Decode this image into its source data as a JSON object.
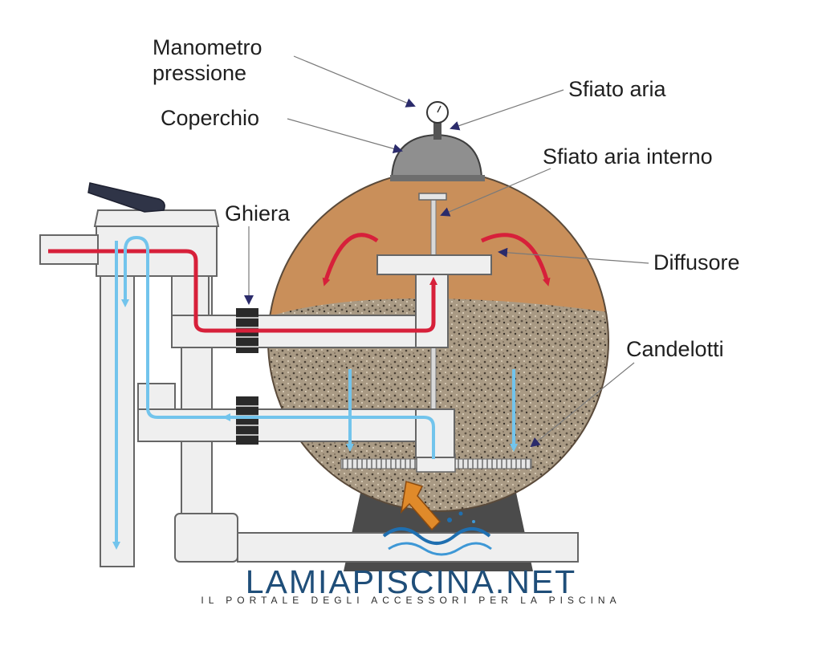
{
  "labels": {
    "manometer_line1": "Manometro",
    "manometer_line2": "pressione",
    "lid": "Coperchio",
    "air_vent": "Sfiato aria",
    "internal_vent": "Sfiato aria interno",
    "ring_nut": "Ghiera",
    "diffuser": "Diffusore",
    "laterals": "Candelotti"
  },
  "brand": {
    "name": "LAMIAPISCINA.NET",
    "tagline": "IL PORTALE DEGLI ACCESSORI PER LA PISCINA"
  },
  "colors": {
    "sand": "#c98f5a",
    "gravel": "#a99a84",
    "pipe": "#efefef",
    "inflow": "#d7203a",
    "outflow": "#72c4ec",
    "dome": "#8f8f8f",
    "base": "#4b4b4b",
    "brand": "#1f4e79"
  }
}
